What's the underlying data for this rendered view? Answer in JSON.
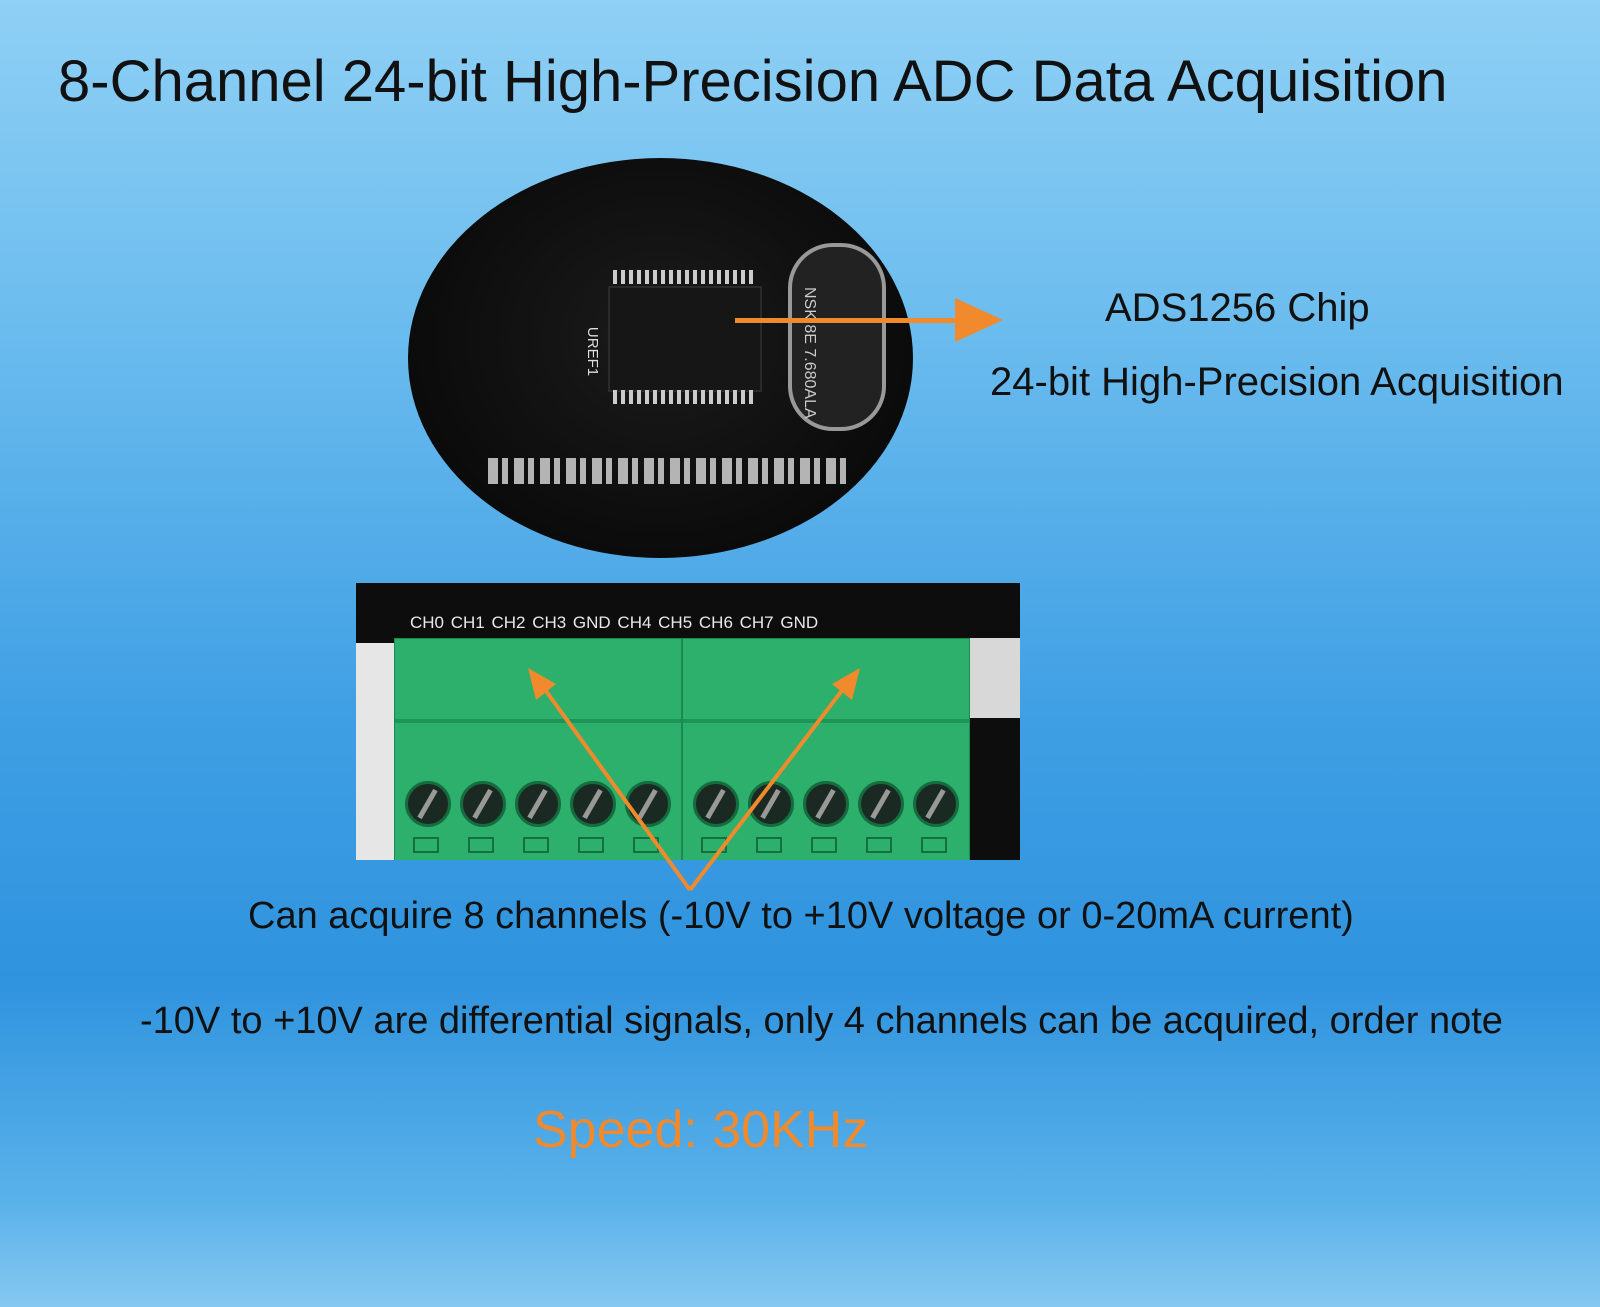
{
  "title": "8-Channel 24-bit High-Precision ADC Data Acquisition",
  "chip_callout": {
    "name": "ADS1256 Chip",
    "description": "24-bit High-Precision Acquisition"
  },
  "pcb_silkscreen": {
    "reference": "UREF1",
    "crystal_marking": "NSK 8E 7.680ALA"
  },
  "terminal_labels": "CH0 CH1 CH2 CH3 GND   CH4 CH5 CH6 CH7 GND",
  "captions": {
    "channels": "Can acquire 8 channels (-10V to +10V voltage or 0-20mA current)",
    "differential_note": "-10V to +10V are differential signals, only 4 channels can be acquired,  order note",
    "speed": "Speed: 30KHz"
  },
  "colors": {
    "accent": "#f08a2c",
    "terminal_green": "#2cb06b",
    "background": "#3f9fe4"
  }
}
